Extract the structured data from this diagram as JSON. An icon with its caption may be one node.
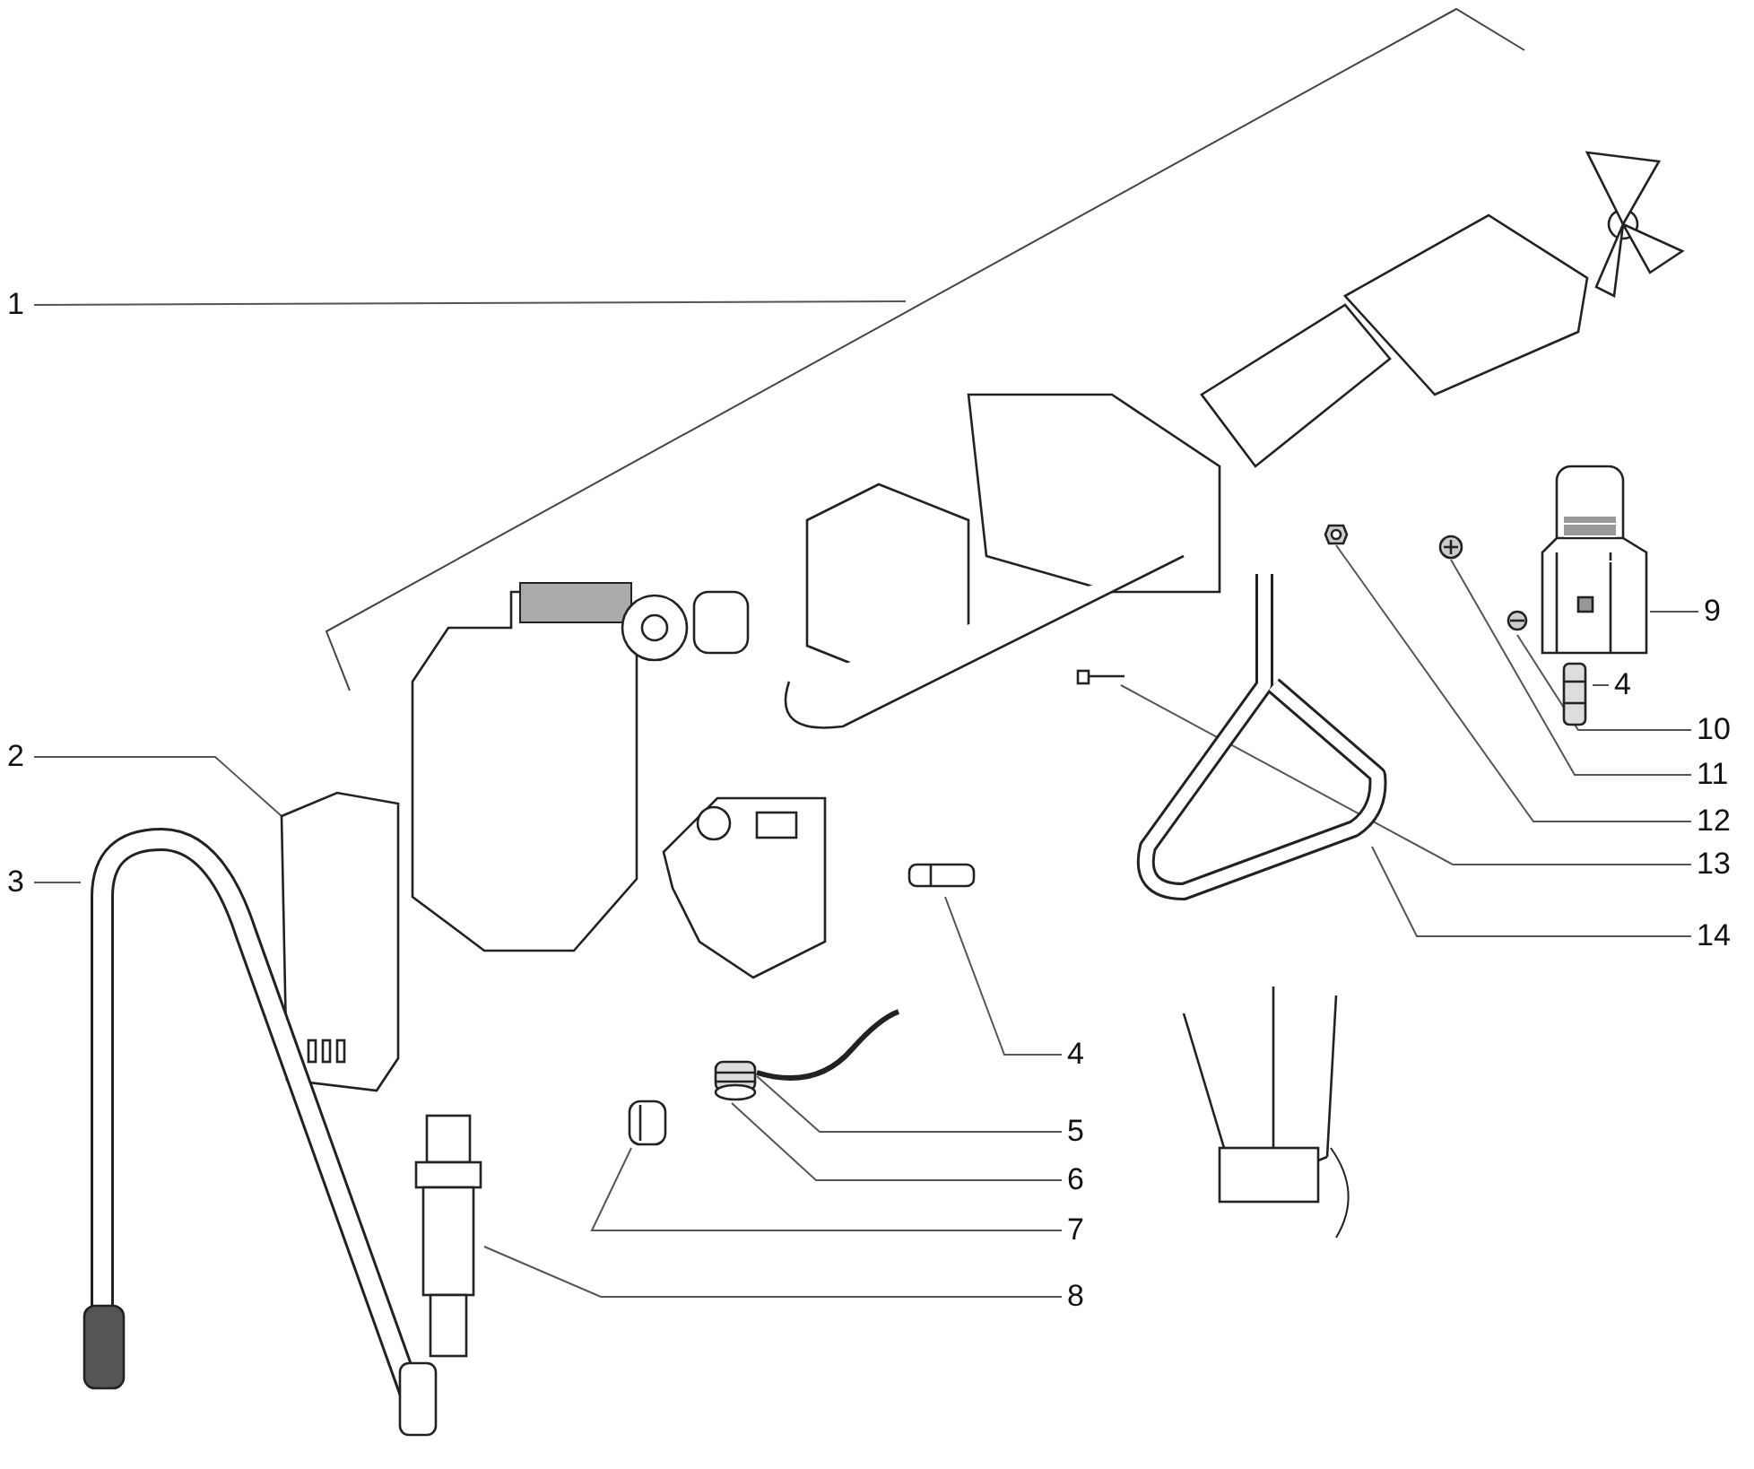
{
  "diagram": {
    "nodes": [
      {
        "text": [
          "1"
        ]
      },
      {
        "text": [
          "2"
        ]
      },
      {
        "text": [],
        "shape": "picture"
      },
      {
        "text": [
          "3"
        ]
      },
      {
        "text": [],
        "shape": "picture"
      },
      {
        "text": [
          "4"
        ]
      },
      {
        "text": [],
        "shape": "picture"
      },
      {
        "text": [
          "5"
        ]
      },
      {
        "text": [],
        "shape": "picture"
      },
      {
        "text": [
          "6"
        ]
      },
      {
        "text": [],
        "shape": "picture"
      },
      {
        "text": [
          "7"
        ]
      },
      {
        "text": [],
        "shape": "picture"
      },
      {
        "text": [
          "8"
        ]
      },
      {
        "text": [],
        "shape": "picture"
      },
      {
        "text": [
          "9"
        ]
      },
      {
        "text": [],
        "shape": "picture"
      },
      {
        "text": [
          "4"
        ]
      },
      {
        "text": [],
        "shape": "picture"
      },
      {
        "text": [
          "10"
        ]
      },
      {
        "text": [],
        "shape": "picture"
      },
      {
        "text": [
          "11"
        ]
      },
      {
        "text": [],
        "shape": "picture"
      },
      {
        "text": [
          "12"
        ]
      },
      {
        "text": [],
        "shape": "picture"
      },
      {
        "text": [
          "13"
        ]
      },
      {
        "text": [],
        "shape": "picture"
      },
      {
        "text": [
          "14"
        ]
      },
      {
        "text": [],
        "shape": "picture"
      }
    ],
    "edges": [
      {
        "from": 0,
        "to": null,
        "arrow": "none"
      },
      {
        "from": 1,
        "to": 2,
        "arrow": "none"
      },
      {
        "from": 3,
        "to": 4,
        "arrow": "none"
      },
      {
        "from": 5,
        "to": 6,
        "arrow": "none"
      },
      {
        "from": 7,
        "to": 8,
        "arrow": "none"
      },
      {
        "from": 9,
        "to": 10,
        "arrow": "none"
      },
      {
        "from": 11,
        "to": 12,
        "arrow": "none"
      },
      {
        "from": 13,
        "to": 14,
        "arrow": "none"
      },
      {
        "from": 15,
        "to": 16,
        "arrow": "none"
      },
      {
        "from": 17,
        "to": 18,
        "arrow": "none"
      },
      {
        "from": 19,
        "to": 20,
        "arrow": "none"
      },
      {
        "from": 21,
        "to": 22,
        "arrow": "none"
      },
      {
        "from": 23,
        "to": 24,
        "arrow": "none"
      },
      {
        "from": 25,
        "to": 26,
        "arrow": "none"
      },
      {
        "from": 27,
        "to": 28,
        "arrow": "none"
      }
    ]
  }
}
